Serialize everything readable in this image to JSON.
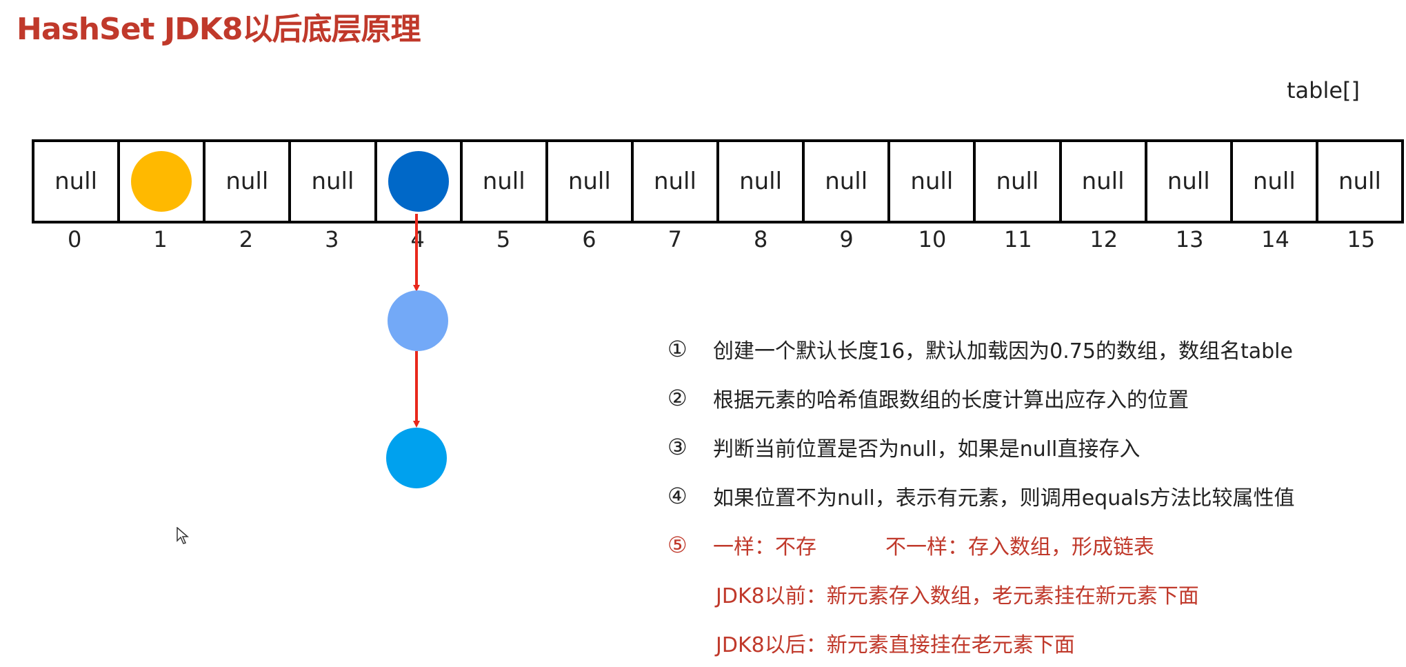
{
  "title": "HashSet JDK8以后底层原理",
  "table_label": "table[]",
  "cells": [
    "null",
    "",
    "null",
    "null",
    "",
    "null",
    "null",
    "null",
    "null",
    "null",
    "null",
    "null",
    "null",
    "null",
    "null",
    "null"
  ],
  "indices": [
    "0",
    "1",
    "2",
    "3",
    "4",
    "5",
    "6",
    "7",
    "8",
    "9",
    "10",
    "11",
    "12",
    "13",
    "14",
    "15"
  ],
  "nodes": {
    "slot1_color": "#ffb900",
    "slot4_color": "#0068c8",
    "chain1_color": "#73a9f7",
    "chain2_color": "#00a1ee",
    "arrow_color": "#e8281c"
  },
  "steps": [
    {
      "num": "①",
      "text": "创建一个默认长度16，默认加载因为0.75的数组，数组名table"
    },
    {
      "num": "②",
      "text": "根据元素的哈希值跟数组的长度计算出应存入的位置"
    },
    {
      "num": "③",
      "text": "判断当前位置是否为null，如果是null直接存入"
    },
    {
      "num": "④",
      "text": "如果位置不为null，表示有元素，则调用equals方法比较属性值"
    }
  ],
  "step5": {
    "num": "⑤",
    "same": "一样：不存",
    "different": "不一样：存入数组，形成链表"
  },
  "notes": [
    "JDK8以前：新元素存入数组，老元素挂在新元素下面",
    "JDK8以后：新元素直接挂在老元素下面"
  ]
}
